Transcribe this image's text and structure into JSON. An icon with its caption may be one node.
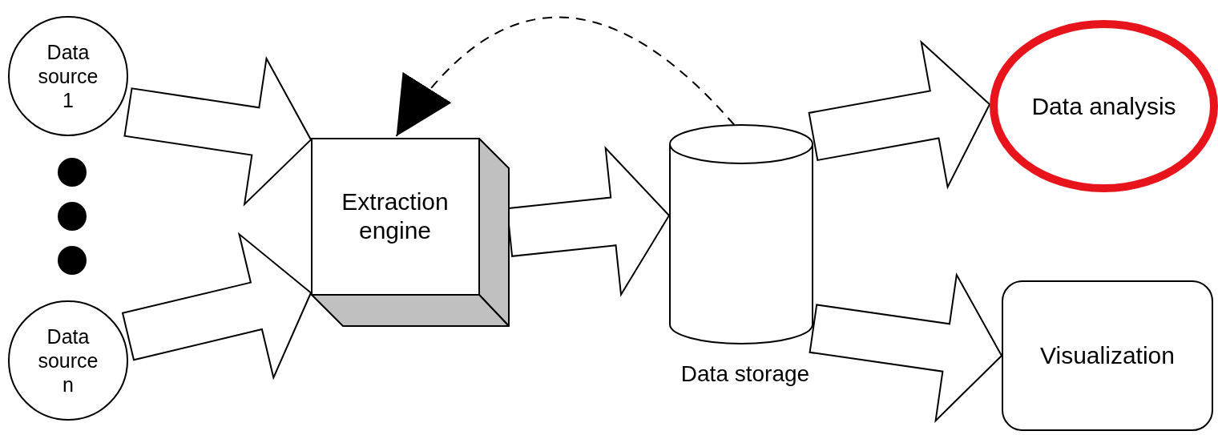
{
  "diagram": {
    "nodes": [
      {
        "text": [
          "Data source 1"
        ]
      },
      {
        "text": [
          "Data source n"
        ]
      },
      {
        "text": [
          "Extraction engine"
        ]
      },
      {
        "text": [
          "Data storage"
        ]
      },
      {
        "text": [
          "Data analysis"
        ]
      },
      {
        "text": [
          "Visualization"
        ]
      }
    ],
    "edges": [
      {
        "from": 0,
        "to": 2,
        "arrow": "to"
      },
      {
        "from": 1,
        "to": 2,
        "arrow": "to"
      },
      {
        "from": 2,
        "to": 3,
        "arrow": "to"
      },
      {
        "from": 3,
        "to": 4,
        "arrow": "to"
      },
      {
        "from": 3,
        "to": 5,
        "arrow": "to"
      },
      {
        "from": 3,
        "to": 2,
        "arrow": "to",
        "style": "dashed"
      }
    ]
  }
}
